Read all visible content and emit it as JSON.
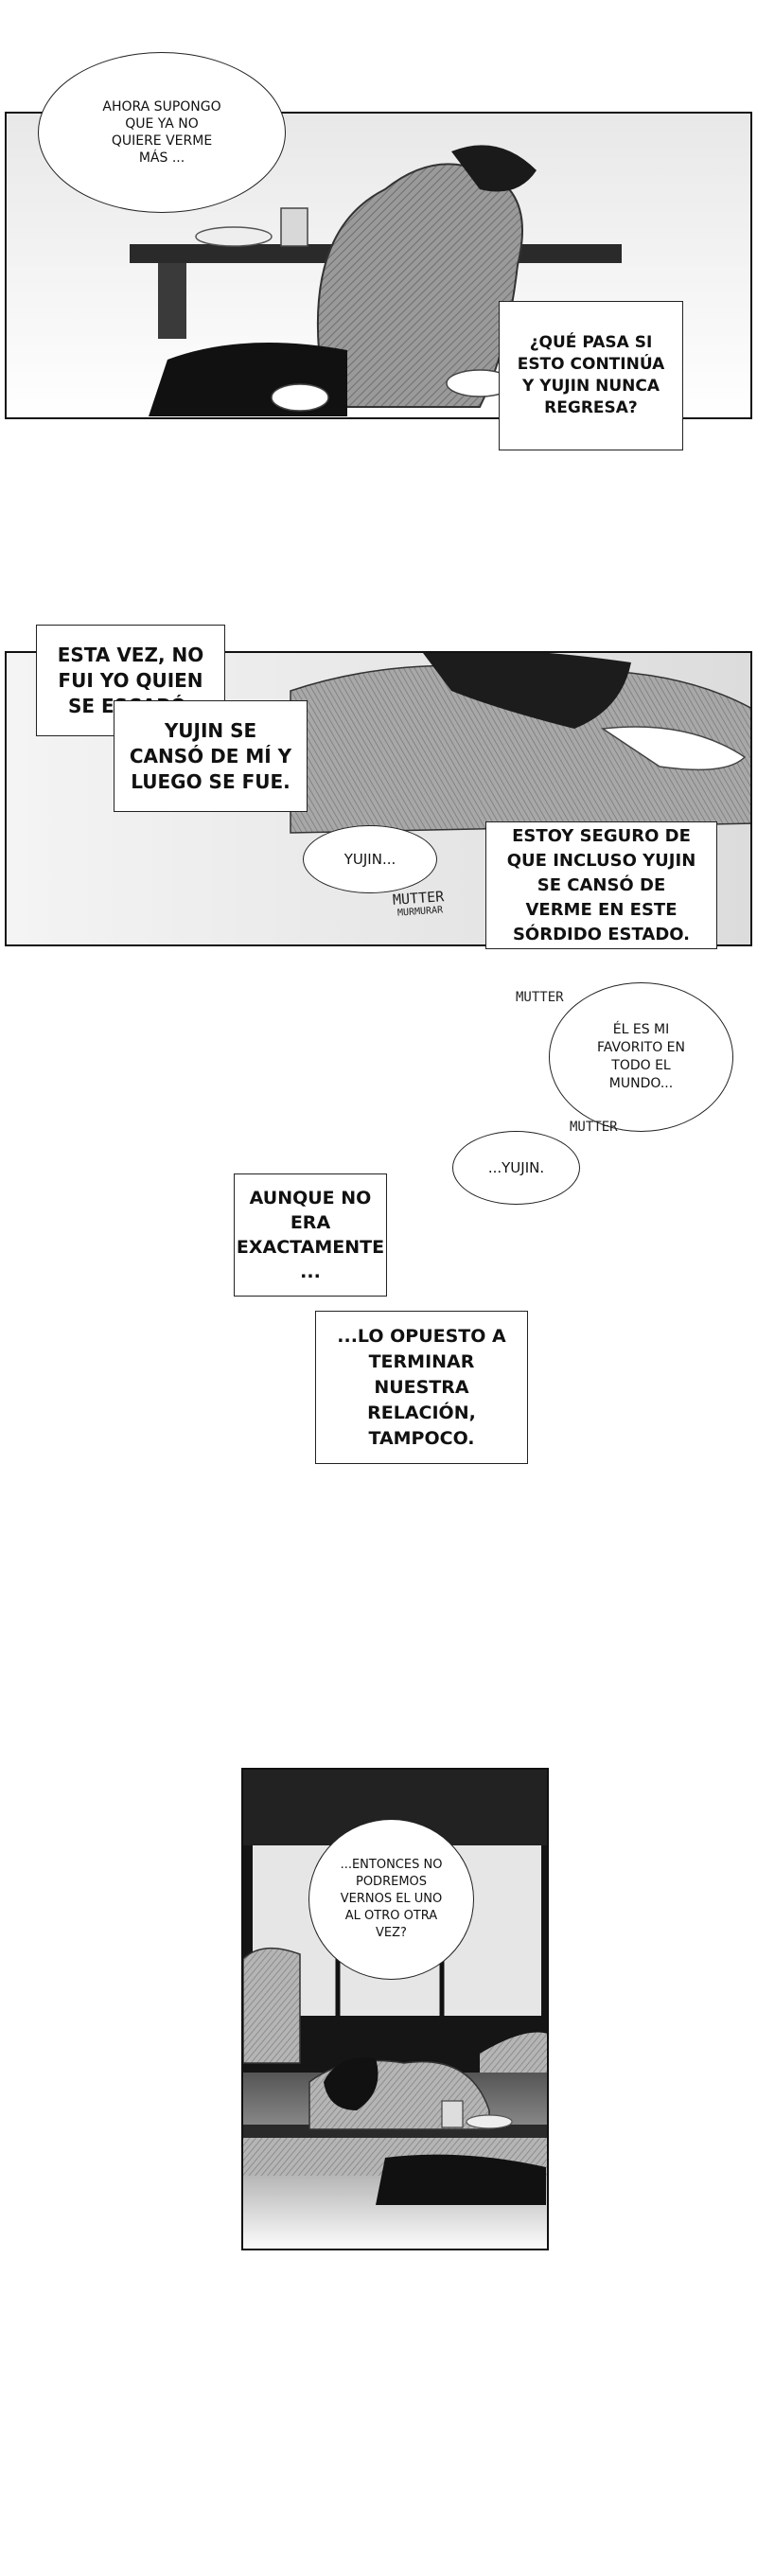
{
  "panel1": {
    "bubble": "AHORA SUPONGO\nQUE YA NO\nQUIERE VERME\nMÁS ...",
    "caption": "¿QUÉ PASA SI\nESTO CONTINÚA\nY YUJIN NUNCA\nREGRESA?"
  },
  "panel2": {
    "caption1": "ESTA VEZ, NO\nFUI YO QUIEN\nSE ESCAPÓ.",
    "caption2": "YUJIN SE\nCANSÓ DE MÍ Y\nLUEGO SE FUE.",
    "bubble": "YUJIN...",
    "sfx": "MUTTER",
    "sfx_translation": "MURMURAR",
    "caption3": "ESTOY SEGURO DE\nQUE INCLUSO YUJIN\nSE CANSÓ DE\nVERME EN ESTE\nSÓRDIDO ESTADO."
  },
  "floating": {
    "sfx1": "MUTTER",
    "bubble1": "ÉL ES MI\nFAVORITO EN\nTODO EL\nMUNDO...",
    "sfx2": "MUTTER",
    "bubble2": "...YUJIN.",
    "caption1": "AUNQUE NO\nERA\nEXACTAMENTE\n...",
    "caption2": "...LO OPUESTO A\nTERMINAR\nNUESTRA\nRELACIÓN,\nTAMPOCO."
  },
  "panel3": {
    "bubble": "...ENTONCES NO\nPODREMOS\nVERNOS EL UNO\nAL OTRO OTRA\nVEZ?"
  }
}
